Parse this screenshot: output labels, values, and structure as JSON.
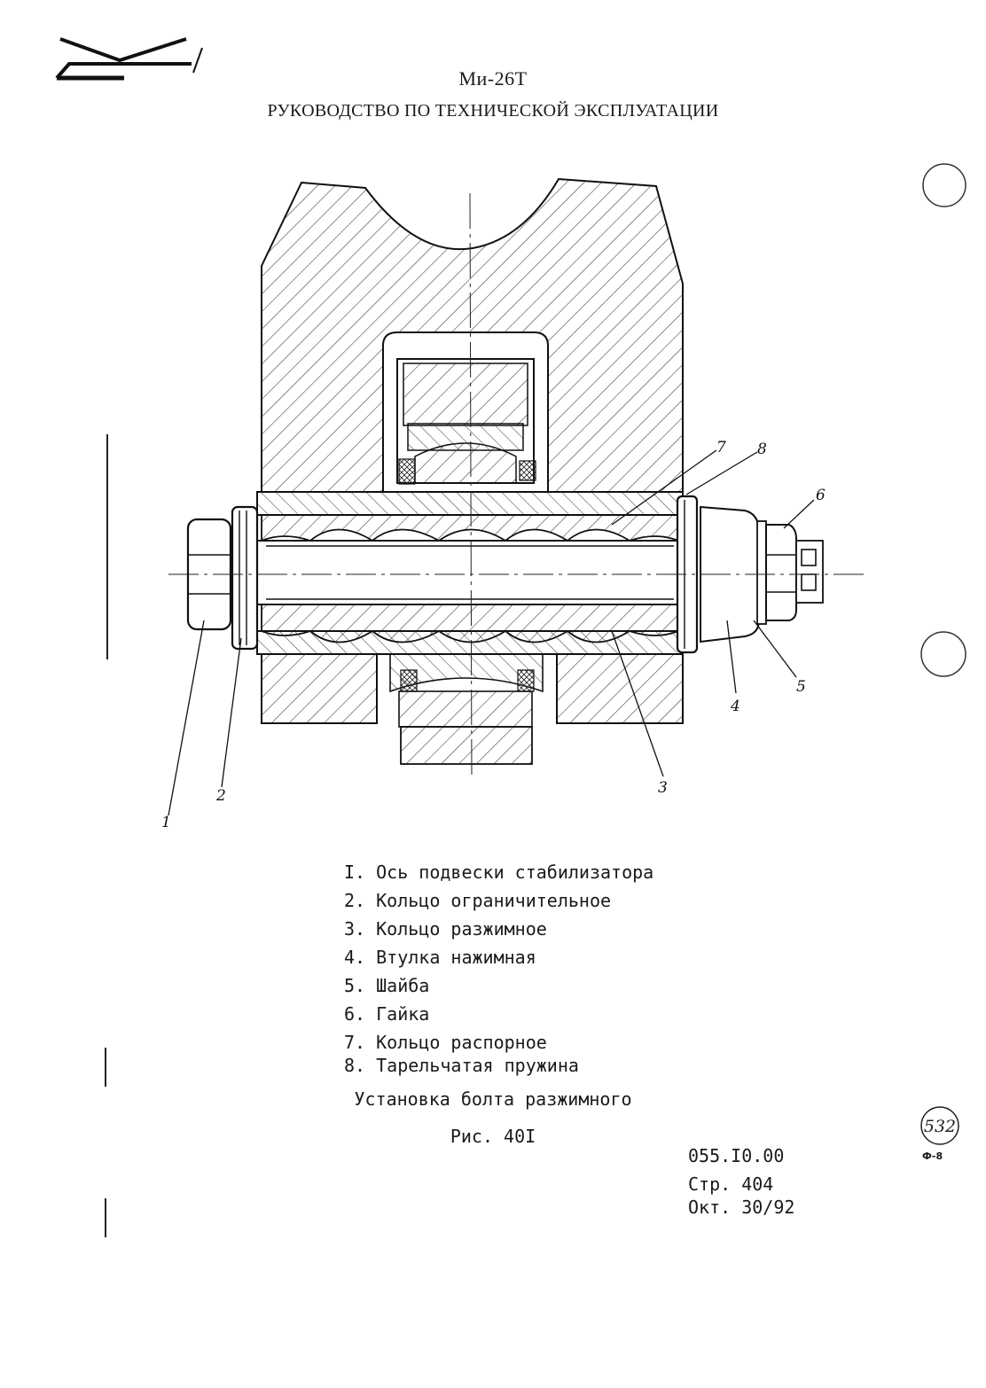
{
  "header": {
    "title": "Ми-26Т",
    "subtitle": "РУКОВОДСТВО ПО ТЕХНИЧЕСКОЙ ЭКСПЛУАТАЦИИ"
  },
  "callouts": [
    "1",
    "2",
    "3",
    "4",
    "5",
    "6",
    "7",
    "8"
  ],
  "legend": [
    "I. Ось подвески стабилизатора",
    "2. Кольцо ограничительное",
    "3. Кольцо разжимное",
    "4. Втулка нажимная",
    "5. Шайба",
    "6. Гайка",
    "7. Кольцо распорное",
    "8. Тарельчатая пружина"
  ],
  "caption": {
    "title": "Установка болта разжимного",
    "figure": "Рис. 40I"
  },
  "doc_info": {
    "code": "055.I0.00",
    "page": "Стр. 404",
    "date": "Окт. 30/92"
  },
  "stamp": {
    "number": "532",
    "mark": "Ф-8"
  }
}
